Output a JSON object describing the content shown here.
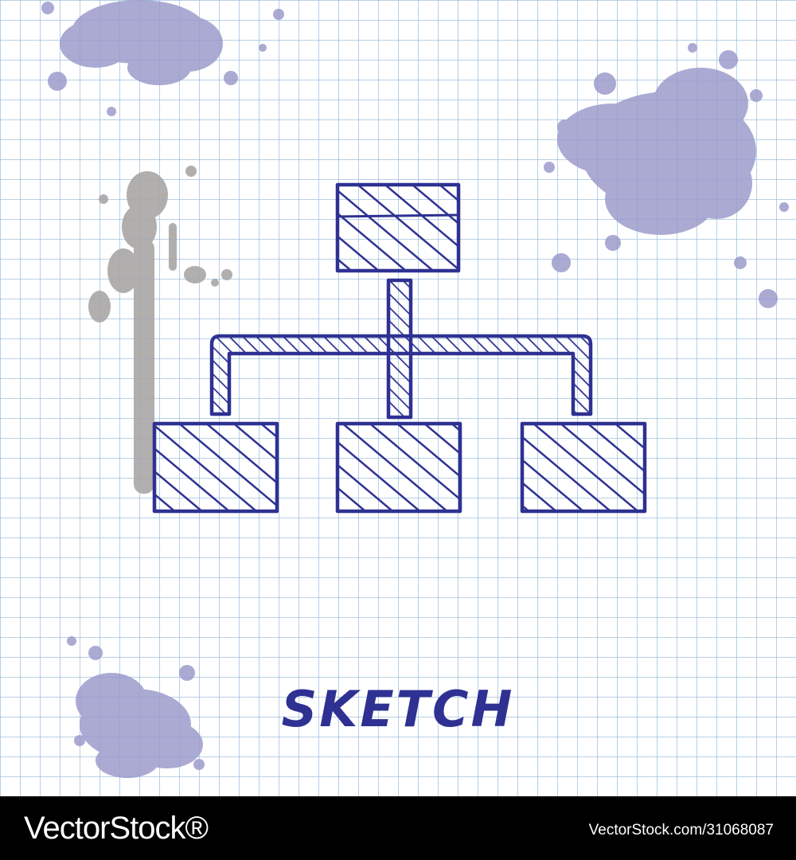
{
  "illustration": {
    "caption": "SKETCH",
    "icon": "hierarchy-org-chart-icon",
    "colors": {
      "ink": "#2e3192",
      "grid": "#8fb6d8",
      "paper": "#ffffff",
      "splash": "#9c9ccc",
      "grey_splash": "#a9a6a6"
    }
  },
  "footer": {
    "brand": "VectorStock®",
    "image_id": "VectorStock.com/31068087",
    "background": "#000000"
  }
}
